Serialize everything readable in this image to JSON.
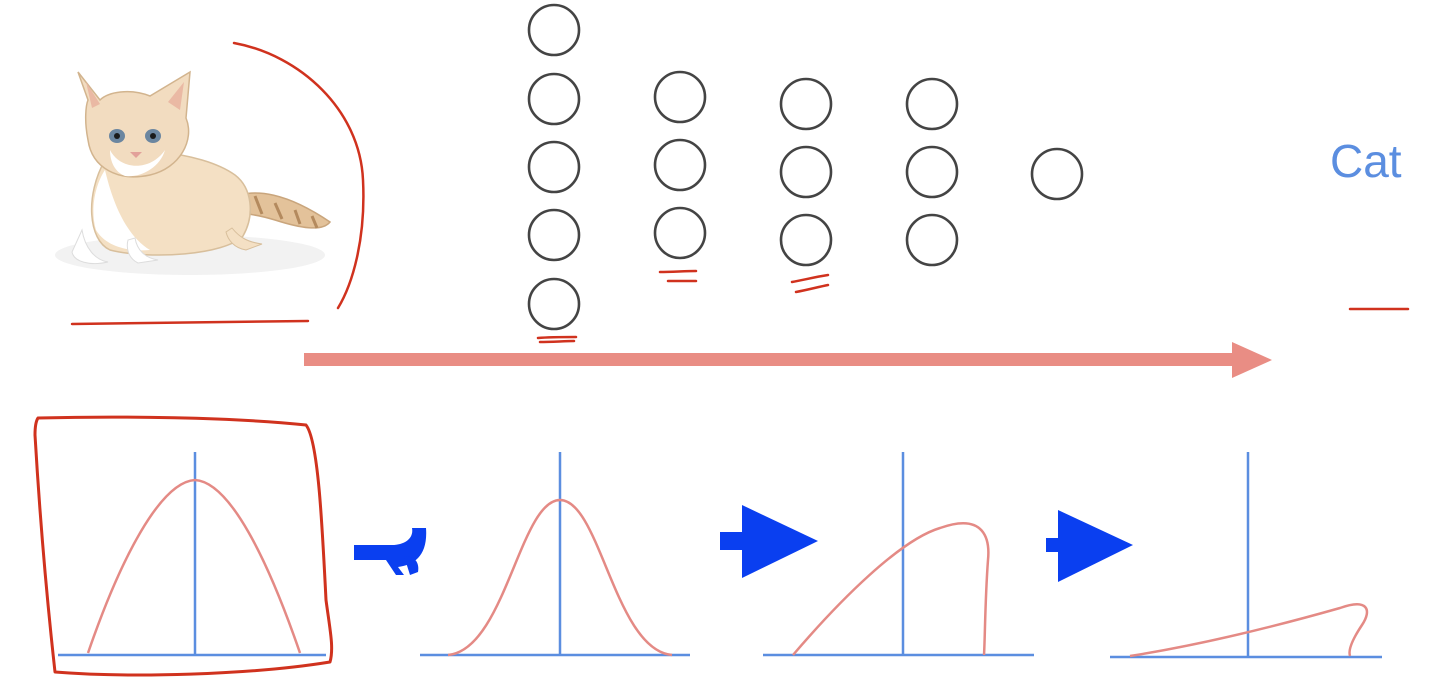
{
  "output_label": "Cat",
  "input_image": {
    "subject": "kitten photo"
  },
  "network": {
    "layer_neuron_counts": [
      5,
      3,
      3,
      3,
      1
    ]
  },
  "distributions": [
    {
      "shape": "wide-bell",
      "highlighted": true
    },
    {
      "shape": "gaussian",
      "highlighted": false
    },
    {
      "shape": "skewed-right",
      "highlighted": false
    },
    {
      "shape": "flattened-skewed",
      "highlighted": false
    }
  ],
  "colors": {
    "neuron_stroke": "#444444",
    "annotation_red": "#d0321e",
    "flow_arrow": "#e98d84",
    "axis_blue": "#5b8ee0",
    "curve_pink": "#e48a85",
    "step_arrow_blue": "#0a3ff0",
    "label_blue": "#5b8ee0"
  }
}
